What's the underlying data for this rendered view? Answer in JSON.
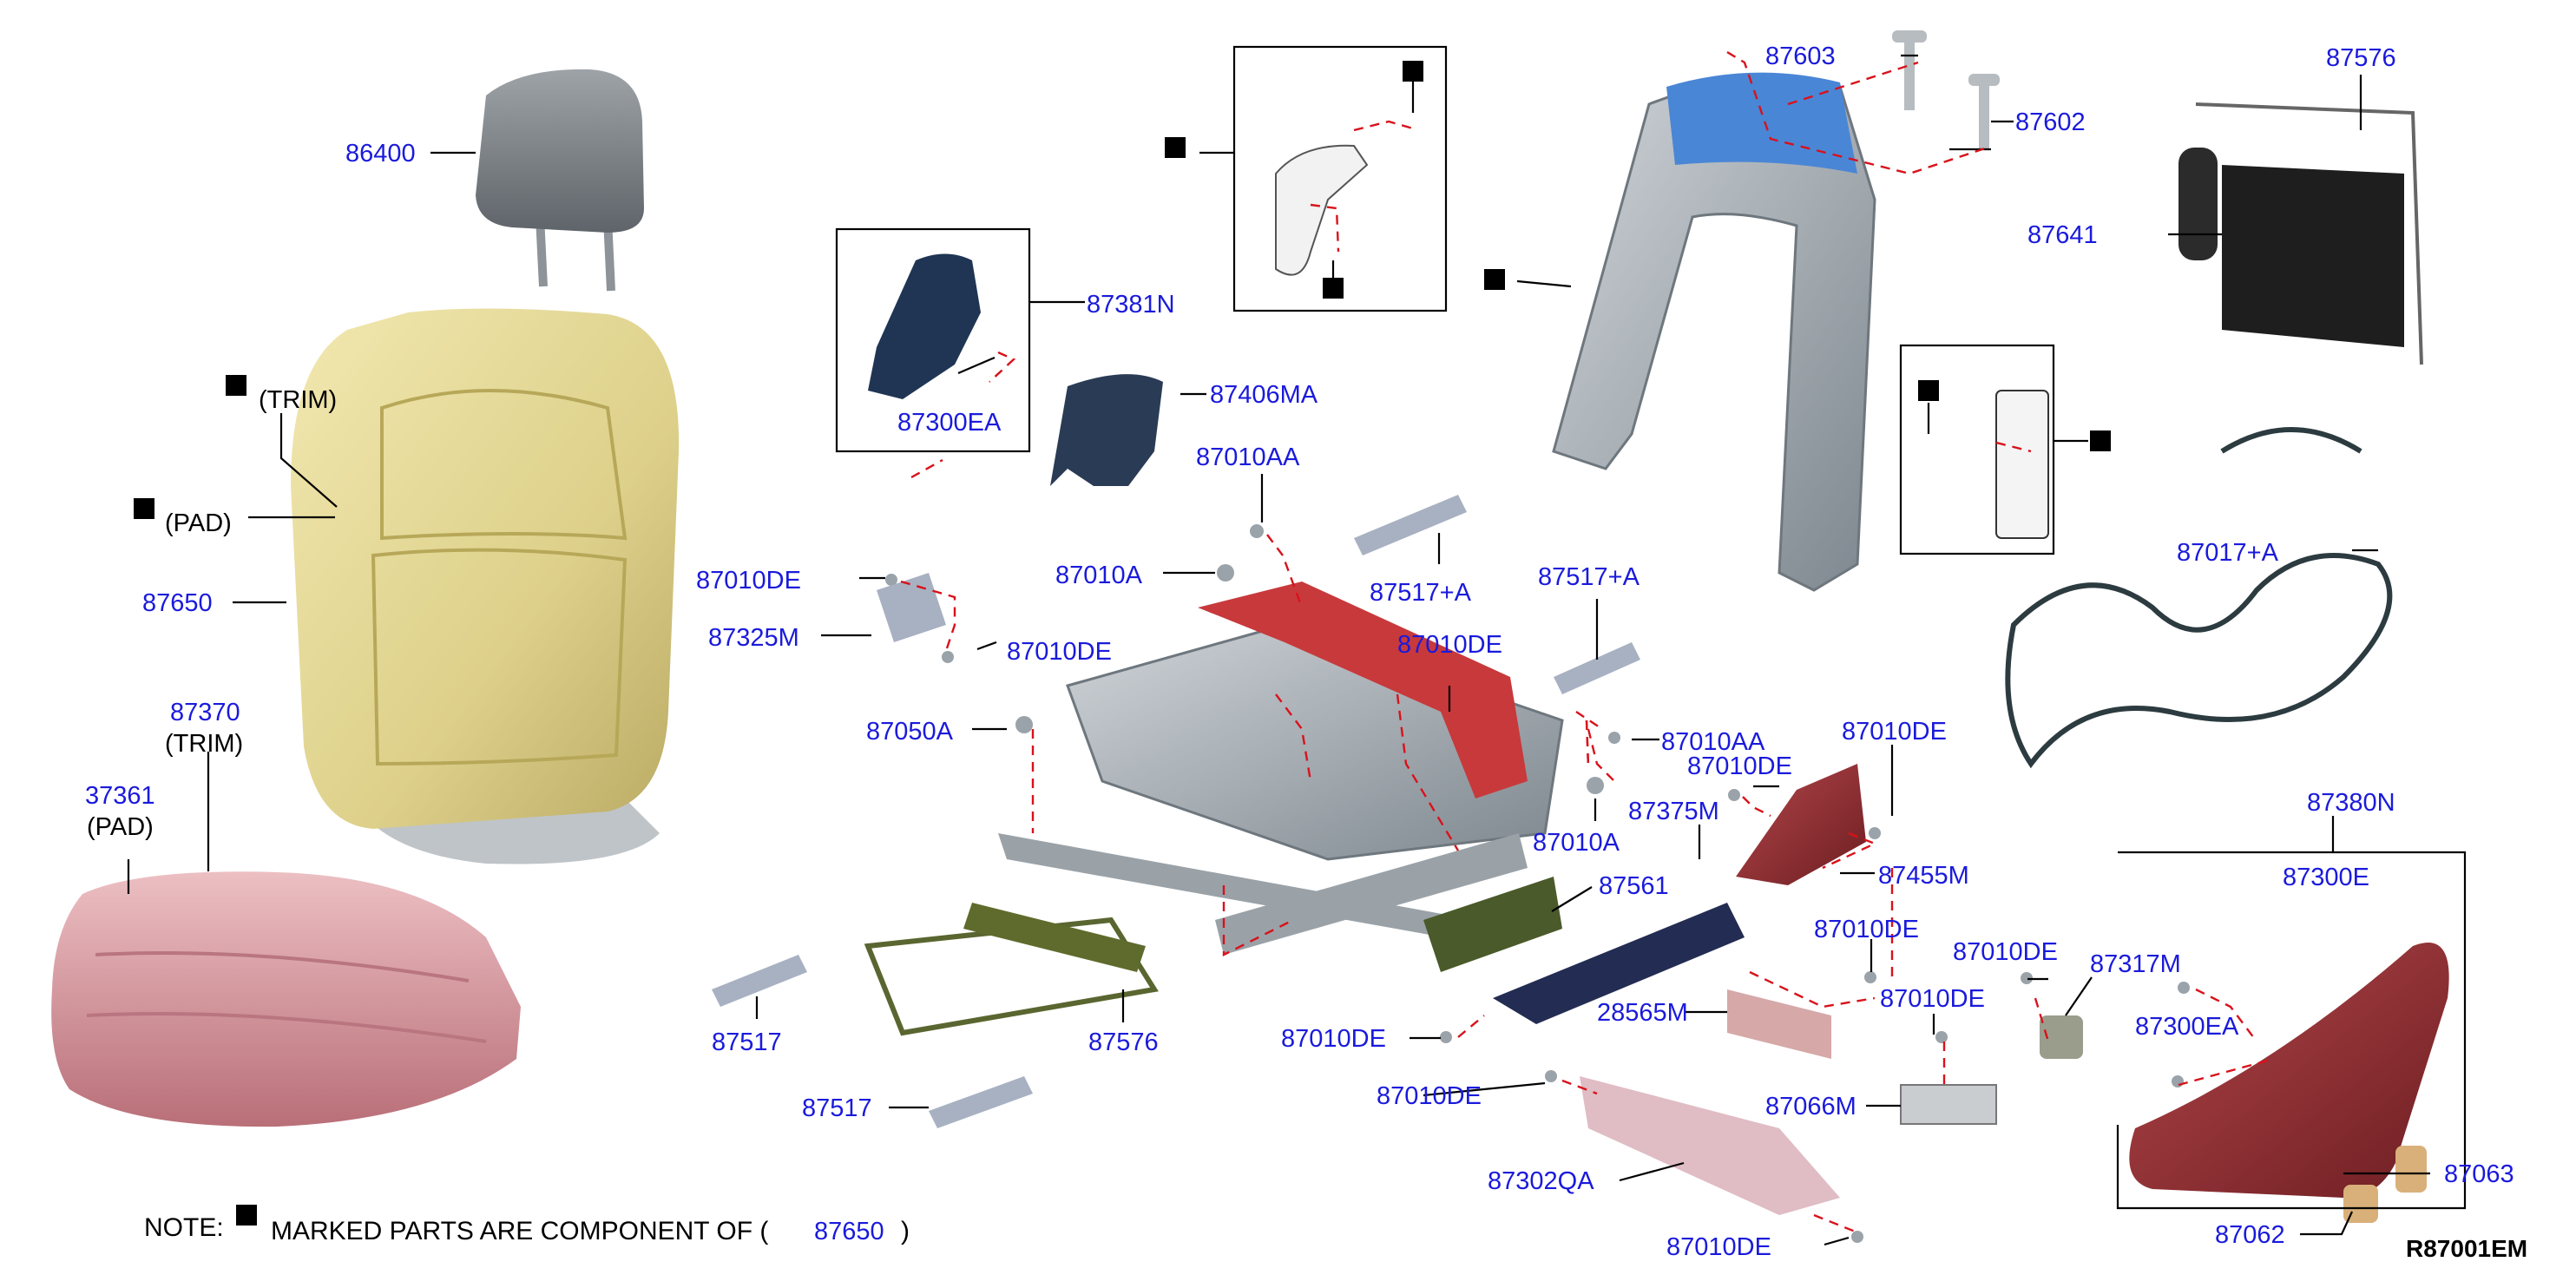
{
  "parts": {
    "p86400": "86400",
    "p87650": "87650",
    "trim_back": "(TRIM)",
    "pad_back": "(PAD)",
    "p87370": "87370",
    "trim_cush": "(TRIM)",
    "p37361": "37361",
    "pad_cush": "(PAD)",
    "p87381N": "87381N",
    "p87300EA_a": "87300EA",
    "p87406MA": "87406MA",
    "p87010AA_a": "87010AA",
    "p87010DE_a": "87010DE",
    "p87325M": "87325M",
    "p87010DE_b": "87010DE",
    "p87010A_a": "87010A",
    "p87517A_a": "87517+A",
    "p87517A_b": "87517+A",
    "p87010DE_c": "87010DE",
    "p87050A": "87050A",
    "p87010AA_b": "87010AA",
    "p87010A_b": "87010A",
    "p87603": "87603",
    "p87602": "87602",
    "p87576_a": "87576",
    "p87641": "87641",
    "p87017A": "87017+A",
    "p87010DE_d": "87010DE",
    "p87010DE_e": "87010DE",
    "p87375M": "87375M",
    "p87455M": "87455M",
    "p87561": "87561",
    "p87517_a": "87517",
    "p87576_b": "87576",
    "p87517_b": "87517",
    "p87010DE_f": "87010DE",
    "p28565M": "28565M",
    "p87010DE_g": "87010DE",
    "p87010DE_h": "87010DE",
    "p87010DE_i": "87010DE",
    "p87317M": "87317M",
    "p87010DE_j": "87010DE",
    "p87066M": "87066M",
    "p87302QA": "87302QA",
    "p87010DE_k": "87010DE",
    "p87380N": "87380N",
    "p87300E": "87300E",
    "p87300EA_b": "87300EA",
    "p87063": "87063",
    "p87062": "87062"
  },
  "note": {
    "prefix": "NOTE:",
    "text": "MARKED PARTS ARE COMPONENT OF (",
    "part": "87650",
    "close": ")"
  },
  "diagram_code": "R87001EM",
  "colors": {
    "label_blue": "#1a1adc",
    "dashed_red": "#d8121b",
    "back_pad": "#e3d68c",
    "cushion": "#d99aa0",
    "frame_red": "#c8393b",
    "frame_blue": "#4a86d6"
  }
}
